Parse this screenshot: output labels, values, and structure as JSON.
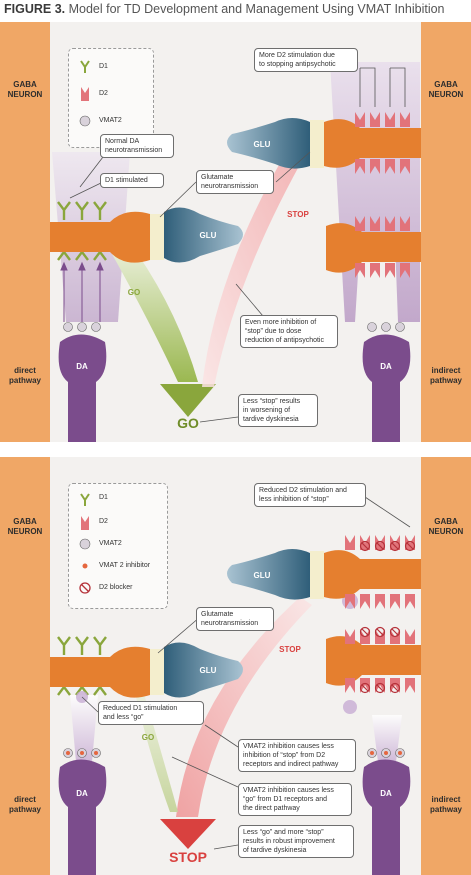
{
  "figure": {
    "label": "FIGURE 3.",
    "title": "Model for TD Development and Management Using VMAT Inhibition"
  },
  "panel_top": {
    "gaba_left": [
      "GABA",
      "NEURON"
    ],
    "gaba_right": [
      "GABA",
      "NEURON"
    ],
    "direct": [
      "direct",
      "pathway"
    ],
    "indirect": [
      "indirect",
      "pathway"
    ],
    "da_left": "DA",
    "da_right": "DA",
    "glu_left": "GLU",
    "glu_right": "GLU",
    "go_small": "GO",
    "go_big": "GO",
    "stop_small": "STOP",
    "legend": [
      "D1",
      "D2",
      "VMAT2"
    ],
    "callouts": {
      "normal_da": [
        "Normal DA",
        "neurotransmission"
      ],
      "d1_stim": "D1 stimulated",
      "glutamate": [
        "Glutamate",
        "neurotransmission"
      ],
      "more_d2": [
        "More D2 stimulation due",
        "to stopping antipsychotic"
      ],
      "even_more": [
        "Even more inhibition of",
        "“stop” due to dose",
        "reduction of antipsychotic"
      ],
      "less_stop": [
        "Less “stop” results",
        "in worsening of",
        "tardive dyskinesia"
      ]
    }
  },
  "panel_bottom": {
    "gaba_left": [
      "GABA",
      "NEURON"
    ],
    "gaba_right": [
      "GABA",
      "NEURON"
    ],
    "direct": [
      "direct",
      "pathway"
    ],
    "indirect": [
      "indirect",
      "pathway"
    ],
    "da_left": "DA",
    "da_right": "DA",
    "glu_left": "GLU",
    "glu_right": "GLU",
    "go_small": "GO",
    "stop_small": "STOP",
    "stop_big": "STOP",
    "legend": [
      "D1",
      "D2",
      "VMAT2",
      "VMAT 2 inhibitor",
      "D2 blocker"
    ],
    "callouts": {
      "reduced_d2": [
        "Reduced D2 stimulation and",
        "less inhibition of “stop”"
      ],
      "glutamate": [
        "Glutamate",
        "neurotransmission"
      ],
      "reduced_d1": [
        "Reduced D1 stimulation",
        "and less “go”"
      ],
      "vmat_stop": [
        "VMAT2 inhibition causes less",
        "inhibition of “stop” from D2",
        "receptors and indirect pathway"
      ],
      "vmat_go": [
        "VMAT2 inhibition causes less",
        "“go” from D1 receptors and",
        "the direct pathway"
      ],
      "less_go": [
        "Less “go” and more “stop”",
        "results in robust improvement",
        "of tardive dyskinesia"
      ]
    }
  },
  "colors": {
    "gaba": "#f0a766",
    "d1": "#8aa63c",
    "d2": "#e2737a",
    "da": "#7b4c8c",
    "glu": "#3f6f8a",
    "go": "#8aa63c",
    "stop": "#d9413f",
    "orange_neuron": "#e57f2f"
  }
}
